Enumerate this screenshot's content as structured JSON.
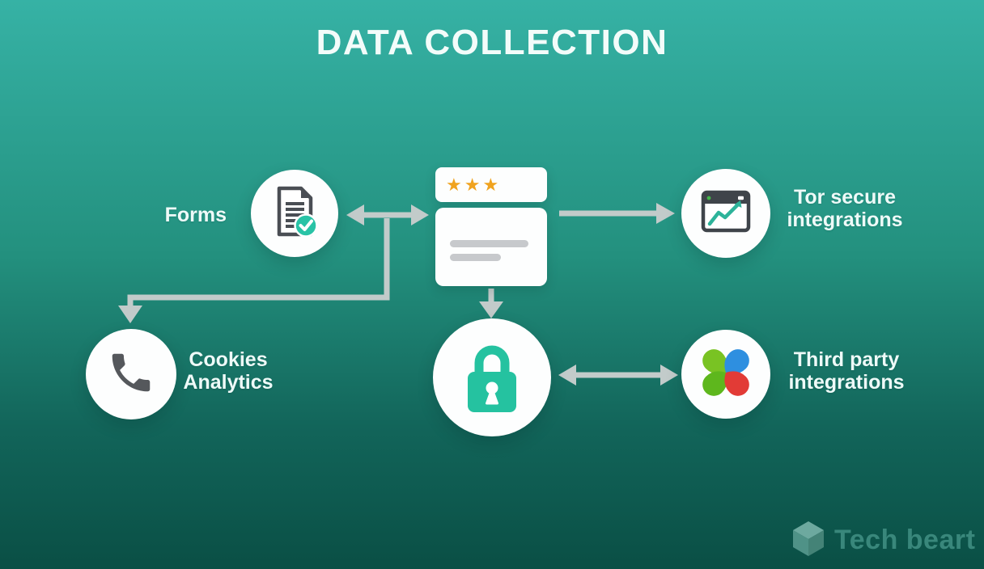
{
  "title": "DATA COLLECTION",
  "nodes": {
    "forms": {
      "label": "Forms",
      "icon": "document-check-icon"
    },
    "rating_card": {
      "stars": "★★★",
      "icon": "rating-card"
    },
    "secure": {
      "label_lines": [
        "Tor secure",
        "integrations"
      ],
      "icon": "browser-chart-icon"
    },
    "cookies": {
      "label_lines": [
        "Cookies",
        "Analytics"
      ],
      "icon": "phone-icon"
    },
    "lock": {
      "icon": "lock-icon"
    },
    "third_party": {
      "label_lines": [
        "Third party",
        "integrations"
      ],
      "icon": "clover-icon"
    }
  },
  "logo": {
    "text": "Tech beart",
    "icon": "cube-icon"
  },
  "colors": {
    "background_top": "#36b2a5",
    "background_bottom": "#0a4f45",
    "accent_teal": "#25c2a0",
    "star_orange": "#f0a31f",
    "arrow_gray": "#c2cbca",
    "icon_dark": "#4a4e54",
    "petal_green": "#79c323",
    "petal_blue": "#2e8fe0",
    "petal_red": "#e23b36",
    "logo_teal": "#39877b",
    "card_white": "#fdfefe"
  }
}
